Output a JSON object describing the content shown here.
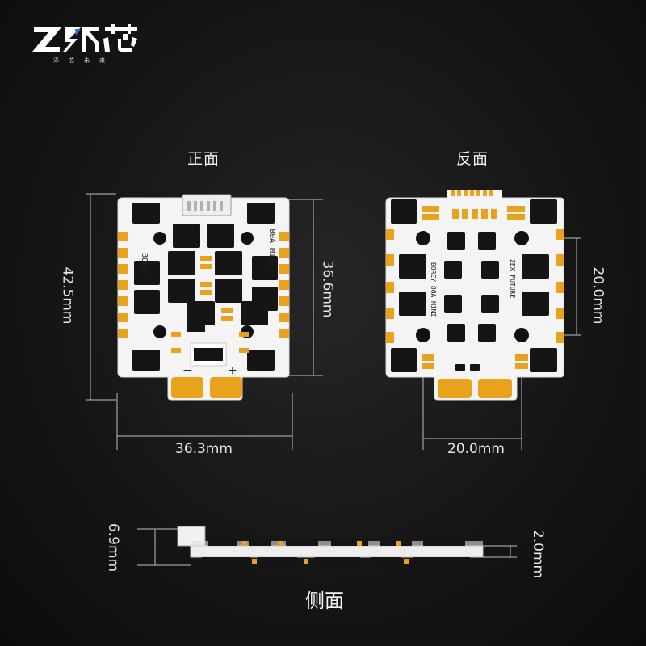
{
  "brand": {
    "logo_name": "ZEX-logo",
    "sub_text": [
      "泽",
      "芯",
      "未",
      "来"
    ],
    "colors": {
      "logo": "#ffffff",
      "accent": "#2f6de8"
    }
  },
  "views": {
    "front_label": "正面",
    "back_label": "反面",
    "side_label": "侧面"
  },
  "front_board": {
    "silkscreen": [
      "BOREY",
      "80A MINI"
    ],
    "polarity": [
      "−",
      "+"
    ]
  },
  "back_board": {
    "silkscreen": [
      "BOREY 80A MINI",
      "ZEX FUTURE"
    ]
  },
  "dimensions": {
    "front_height_total": "42.5mm",
    "front_height_board": "36.6mm",
    "front_width": "36.3mm",
    "back_hole_vertical": "20.0mm",
    "back_hole_horizontal": "20.0mm",
    "side_height_total": "6.9mm",
    "side_height_board": "2.0mm"
  },
  "colors": {
    "background": "#121212",
    "pcb": "#f4f4f4",
    "pad": "#e8a21c",
    "component": "#151515",
    "dimension_line": "#bfbfbf"
  }
}
